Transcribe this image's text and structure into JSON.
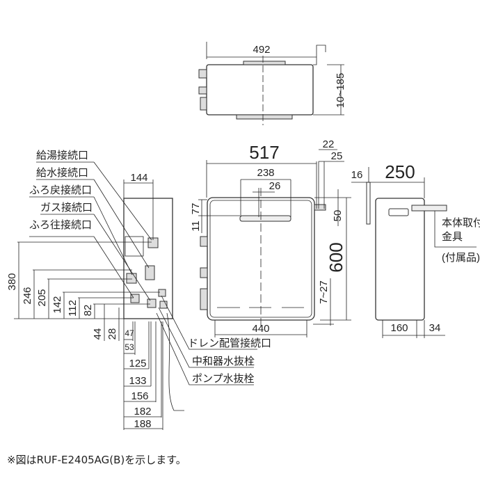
{
  "top_view": {
    "width": "492",
    "bracket_range": "10~185"
  },
  "front_view": {
    "width": "517",
    "handle_width": "238",
    "handle_offset": "26",
    "bracket_a": "22",
    "bracket_b": "25",
    "bracket_height": "50",
    "height": "600",
    "top_a": "11",
    "top_b": "77",
    "foot_range": "7~27",
    "foot_span": "440"
  },
  "side_view": {
    "depth": "250",
    "offset": "16",
    "foot_span": "160",
    "foot_offset": "34",
    "bracket_label_1": "本体取付",
    "bracket_label_2": "金具",
    "bracket_label_3": "(付属品)"
  },
  "left_view": {
    "width": "144",
    "labels": [
      "給湯接続口",
      "給水接続口",
      "ふろ戻接続口",
      "ガス接続口",
      "ふろ往接続口"
    ],
    "heights": [
      "380",
      "246",
      "205",
      "142",
      "112",
      "82",
      "44",
      "28"
    ],
    "bottom_dims": [
      "47",
      "53",
      "125",
      "133",
      "156",
      "182",
      "188"
    ],
    "right_labels": [
      "ドレン配管接続口",
      "中和器水抜栓",
      "ポンプ水抜栓"
    ]
  },
  "note": "※図はRUF-E2405AG(B)を示します。"
}
